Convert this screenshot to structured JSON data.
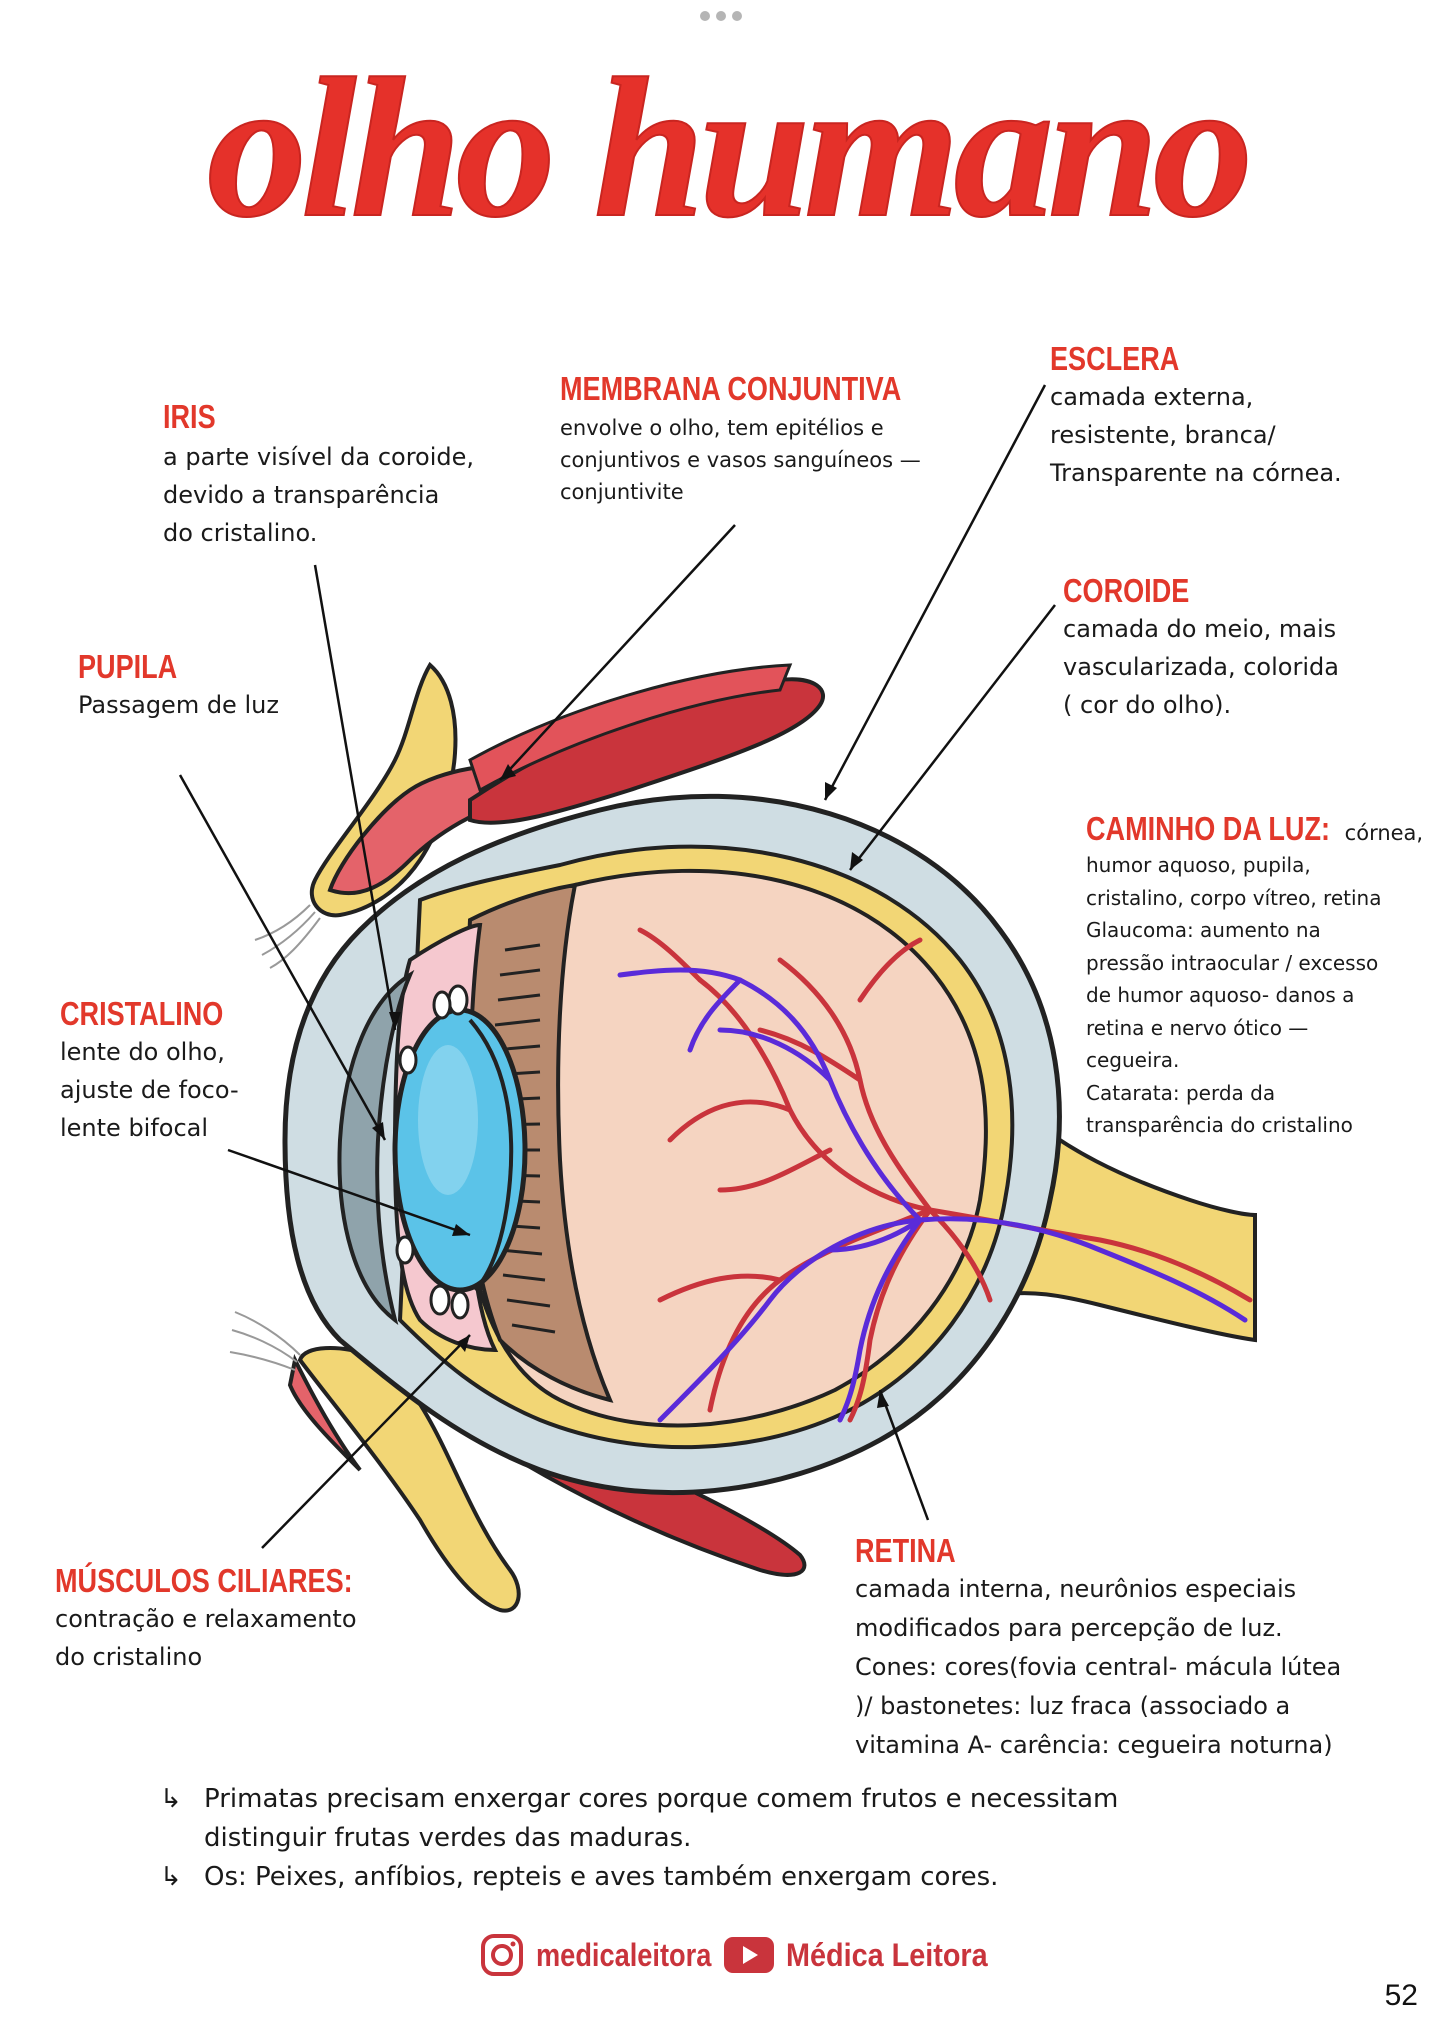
{
  "title": "olho humano",
  "labels": {
    "iris": {
      "title": "IRIS",
      "lines": [
        "a parte visível da coroide,",
        "devido a transparência",
        "do cristalino."
      ]
    },
    "membrana": {
      "title": "MEMBRANA CONJUNTIVA",
      "lines": [
        "envolve o olho, tem epitélios e",
        "conjuntivos e vasos sanguíneos —",
        "conjuntivite"
      ]
    },
    "esclera": {
      "title": "ESCLERA",
      "lines": [
        " camada externa,",
        "resistente, branca/",
        "Transparente na córnea."
      ]
    },
    "coroide": {
      "title": "COROIDE",
      "lines": [
        "camada do meio, mais",
        "vascularizada, colorida",
        "( cor do olho)."
      ]
    },
    "pupila": {
      "title": "PUPILA",
      "lines": [
        "Passagem de luz"
      ]
    },
    "caminho": {
      "title": "CAMINHO DA LUZ:",
      "first": "córnea,",
      "lines": [
        "humor aquoso, pupila,",
        "cristalino, corpo vítreo, retina",
        "Glaucoma: aumento na",
        "pressão intraocular / excesso",
        "de humor aquoso- danos a",
        "retina e nervo ótico —",
        "cegueira.",
        "Catarata: perda da",
        "transparência do cristalino"
      ]
    },
    "cristalino": {
      "title": "CRISTALINO",
      "lines": [
        " lente do olho,",
        "ajuste de foco-",
        "lente bifocal"
      ]
    },
    "musculos": {
      "title": "MÚSCULOS CILIARES:",
      "lines": [
        "contração e relaxamento",
        "do cristalino"
      ]
    },
    "retina": {
      "title": "RETINA",
      "lines": [
        "camada interna, neurônios especiais",
        "modificados para percepção de luz.",
        "Cones: cores(fovia central- mácula lútea",
        ")/ bastonetes: luz fraca (associado a",
        "vitamina A- carência: cegueira noturna)"
      ]
    }
  },
  "bullets": [
    "Primatas precisam enxergar cores porque comem frutos e necessitam",
    "distinguir frutas verdes das maduras.",
    "Os: Peixes, anfíbios, repteis e aves também enxergam cores."
  ],
  "footer": {
    "instagram": "medicaleitora",
    "youtube": "Médica Leitora"
  },
  "page_number": "52",
  "colors": {
    "accent": "#e2382b",
    "iris_blue": "#5bc3e8",
    "vein": "#5a2bd9",
    "artery": "#c9343c",
    "sclera": "#cfdde3",
    "yellow": "#f2d675"
  }
}
